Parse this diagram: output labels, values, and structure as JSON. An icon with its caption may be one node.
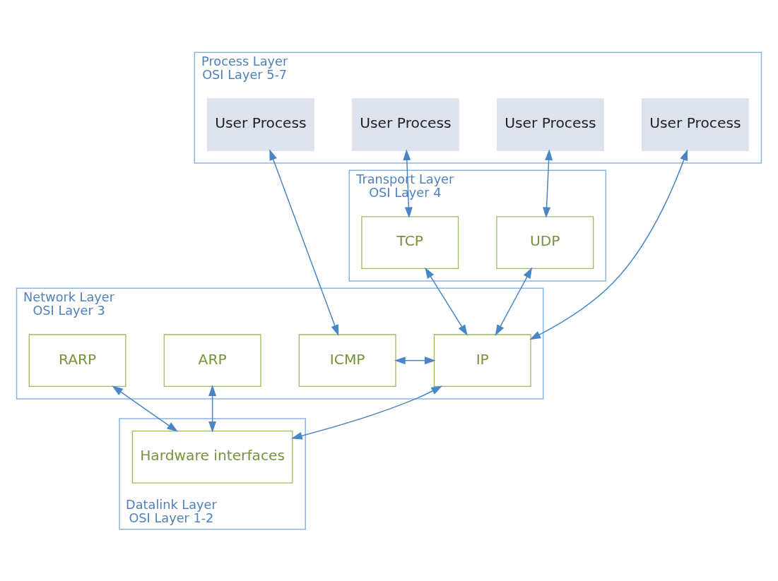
{
  "diagram": {
    "nodes": [
      {
        "text": [
          "Process Layer",
          "OSI Layer 5-7"
        ]
      },
      {
        "text": [
          "User Process"
        ],
        "in": 0
      },
      {
        "text": [
          "User Process"
        ],
        "in": 0
      },
      {
        "text": [
          "User Process"
        ],
        "in": 0
      },
      {
        "text": [
          "User Process"
        ],
        "in": 0
      },
      {
        "text": [
          "Transport Layer",
          "OSI Layer 4"
        ]
      },
      {
        "text": [
          "TCP"
        ],
        "in": 5
      },
      {
        "text": [
          "UDP"
        ],
        "in": 5
      },
      {
        "text": [
          "Network Layer",
          "OSI Layer 3"
        ]
      },
      {
        "text": [
          "ICMP"
        ],
        "in": 8
      },
      {
        "text": [
          "IP"
        ],
        "in": 8
      },
      {
        "text": [
          "ARP"
        ],
        "in": 8
      },
      {
        "text": [
          "RARP"
        ],
        "in": 8
      },
      {
        "text": [
          "Datalink Layer",
          "OSI Layer 1-2"
        ]
      },
      {
        "text": [
          "Hardware interfaces"
        ],
        "in": 13
      }
    ],
    "edges": [
      {
        "from": 1,
        "to": 9,
        "arrow": "both"
      },
      {
        "from": 2,
        "to": 6,
        "arrow": "both"
      },
      {
        "from": 3,
        "to": 10,
        "arrow": "both"
      },
      {
        "from": 4,
        "to": 7,
        "arrow": "both"
      },
      {
        "from": 10,
        "to": 6,
        "arrow": "both"
      },
      {
        "from": 10,
        "to": 7,
        "arrow": "both"
      },
      {
        "from": 9,
        "to": 10,
        "arrow": "both"
      },
      {
        "from": 10,
        "to": 14,
        "arrow": "both"
      },
      {
        "from": 11,
        "to": 14,
        "arrow": "both"
      },
      {
        "from": 12,
        "to": 14,
        "arrow": "both"
      }
    ]
  }
}
